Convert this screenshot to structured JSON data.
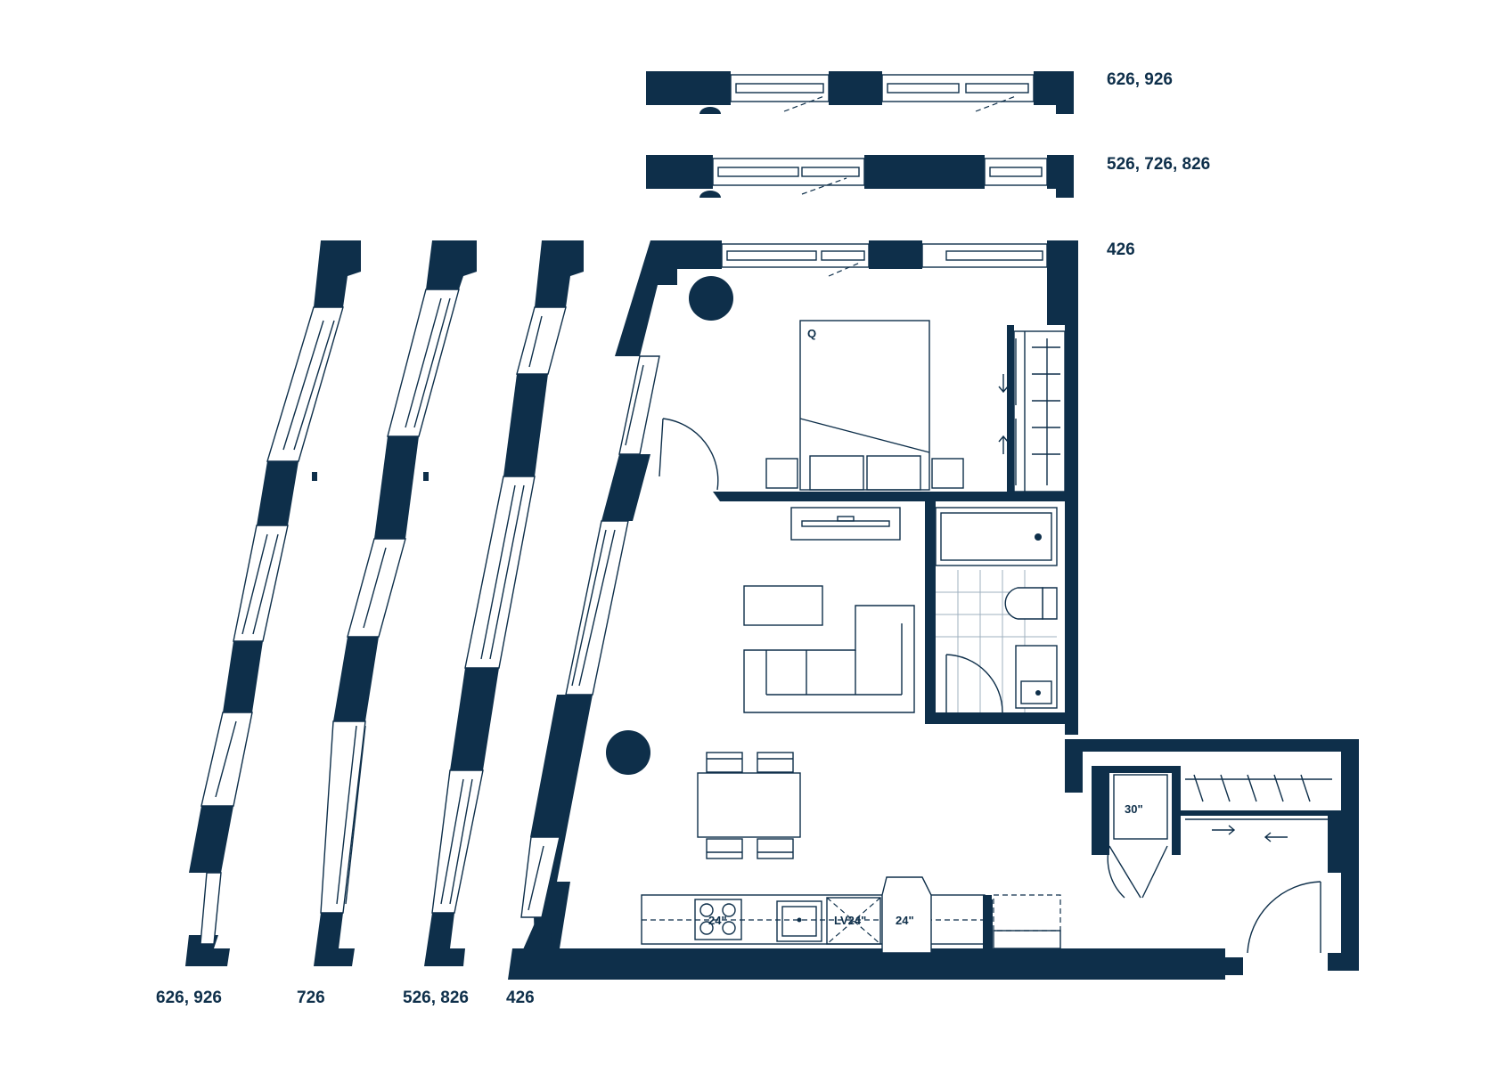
{
  "labels": {
    "top_row_1": "626, 926",
    "top_row_2": "526, 726, 826",
    "top_row_3": "426",
    "bottom_1": "626, 926",
    "bottom_2": "726",
    "bottom_3": "526, 826",
    "bottom_4": "426"
  },
  "fixtures": {
    "bed_size": "Q",
    "range_width": "24\"",
    "dishwasher": "LV24\"",
    "fridge_width": "24\"",
    "washer_dryer": "30\""
  },
  "colors": {
    "wall": "#0e2f4a",
    "background": "#ffffff"
  }
}
